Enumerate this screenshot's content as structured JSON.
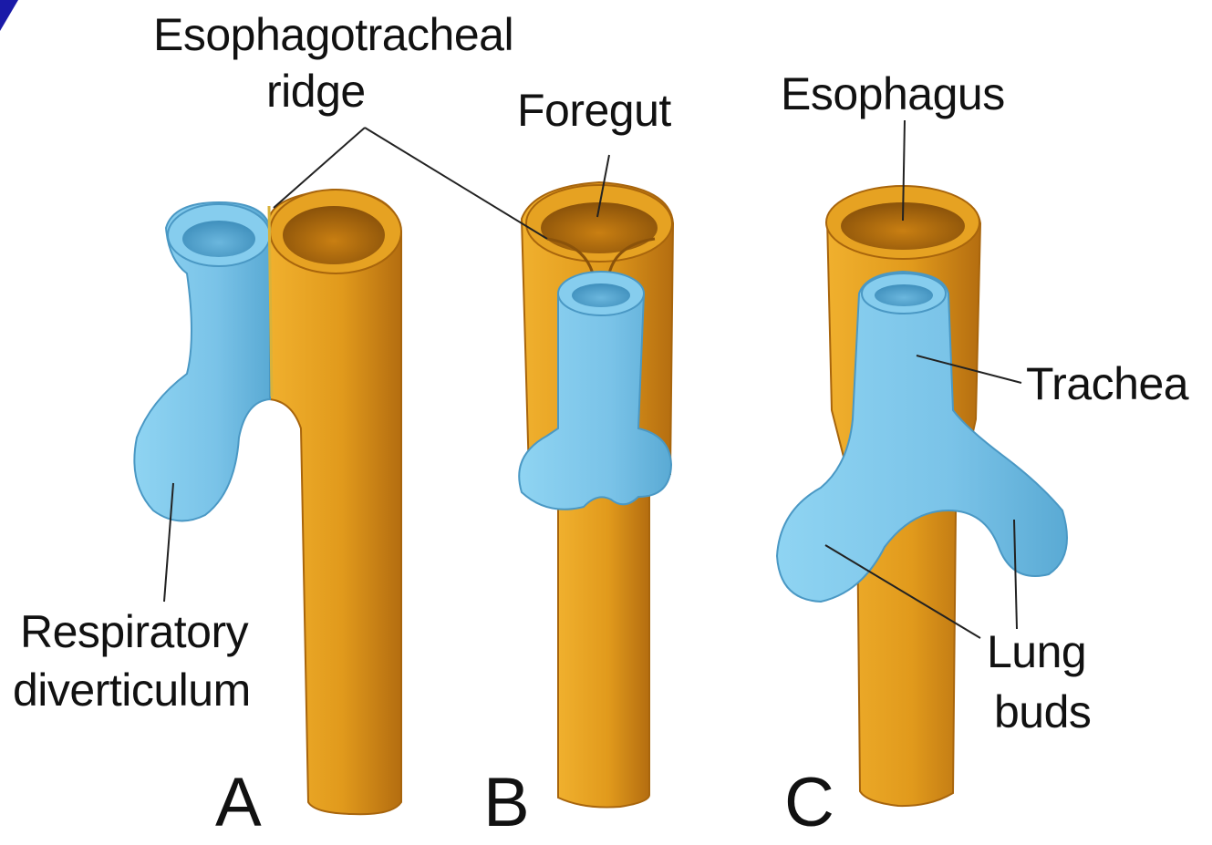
{
  "labels": {
    "ridge_line1": "Esophagotracheal",
    "ridge_line2": "ridge",
    "foregut": "Foregut",
    "esophagus": "Esophagus",
    "trachea": "Trachea",
    "respiratory_line1": "Respiratory",
    "respiratory_line2": "diverticulum",
    "lung_line1": "Lung",
    "lung_line2": "buds"
  },
  "panels": [
    "A",
    "B",
    "C"
  ],
  "colors": {
    "esophagus": "#e8a020",
    "esophagus_dark": "#b8700f",
    "respiratory": "#7ec8ec",
    "respiratory_dark": "#4b9fcb",
    "line": "#222222"
  }
}
